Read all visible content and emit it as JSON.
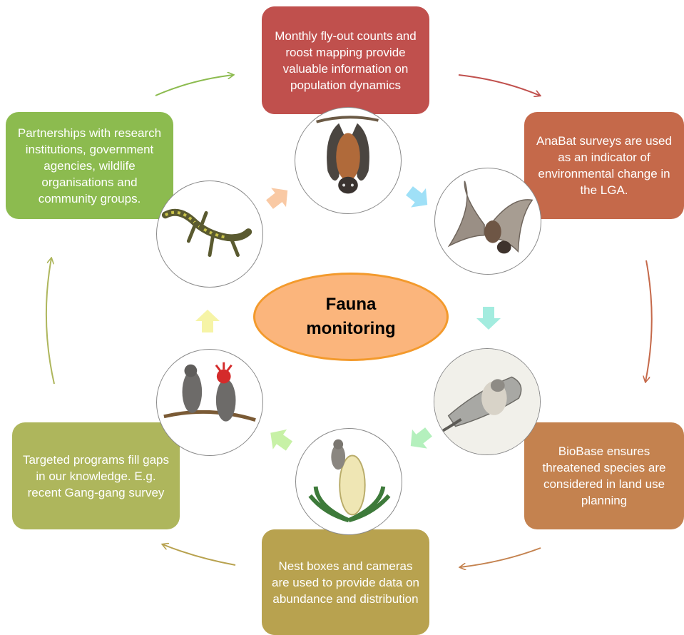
{
  "center": {
    "line1": "Fauna",
    "line2": "monitoring"
  },
  "boxes": {
    "top": "Monthly fly-out counts and roost mapping provide valuable information on population dynamics",
    "upper_right": "AnaBat surveys are used as an indicator of environmental change in the LGA.",
    "lower_right": "BioBase ensures threatened species are considered in land use planning",
    "bottom": "Nest boxes and cameras are used to provide data on abundance and distribution",
    "lower_left": "Targeted programs fill gaps in our knowledge. E.g. recent Gang-gang survey",
    "upper_left": "Partnerships with research institutions, government agencies, wildlife organisations and community groups."
  },
  "colors": {
    "top": "#c0504d",
    "upper_right": "#c5694a",
    "lower_right": "#c4824f",
    "bottom": "#b8a24f",
    "lower_left": "#aeb65c",
    "upper_left": "#8cbb4f",
    "center_fill": "#fbb57c",
    "center_border": "#f39a2c"
  },
  "illustrations": [
    "flying-fox-icon",
    "microbat-icon",
    "sugar-glider-icon",
    "possum-banksia-icon",
    "gang-gang-cockatoo-icon",
    "lizard-icon"
  ]
}
